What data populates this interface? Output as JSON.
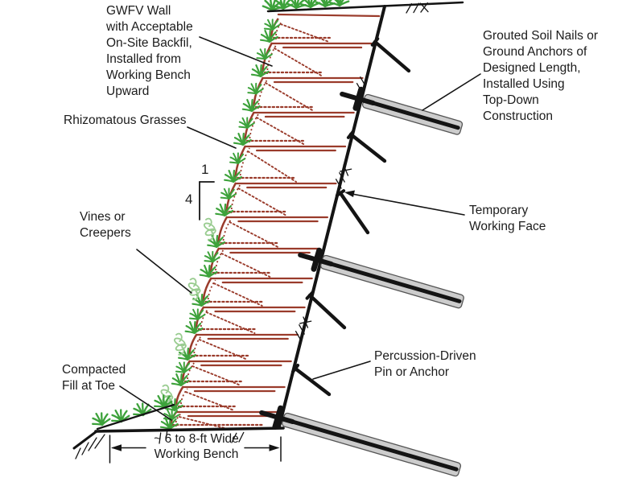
{
  "figure": {
    "type": "construction-cross-section-diagram",
    "subject": "GWFV wall with grouted soil nails, built from working bench"
  },
  "labels": {
    "gwfv_wall": "GWFV Wall\nwith Acceptable\nOn-Site Backfil,\nInstalled from\nWorking Bench\nUpward",
    "rhizomatous_grasses": "Rhizomatous Grasses",
    "vines_or_creepers": "Vines or\nCreepers",
    "compacted_fill": "Compacted\nFill at Toe",
    "working_bench_dim": "~ 6 to 8-ft Wide\nWorking Bench",
    "grouted_soil_nails": "Grouted Soil Nails or\nGround Anchors of\nDesigned Length,\nInstalled Using\nTop-Down\nConstruction",
    "temporary_working_face": "Temporary\nWorking Face",
    "percussion_pin": "Percussion-Driven\nPin or Anchor",
    "slope_rise": "1",
    "slope_run": "4"
  },
  "colors": {
    "wall_brown": "#9a3b2b",
    "grass_green": "#3da23b",
    "vine_green": "#99cc90",
    "anchor_gray": "#cccccc",
    "anchor_border": "#555555",
    "line_black": "#141414",
    "background": "#ffffff"
  }
}
